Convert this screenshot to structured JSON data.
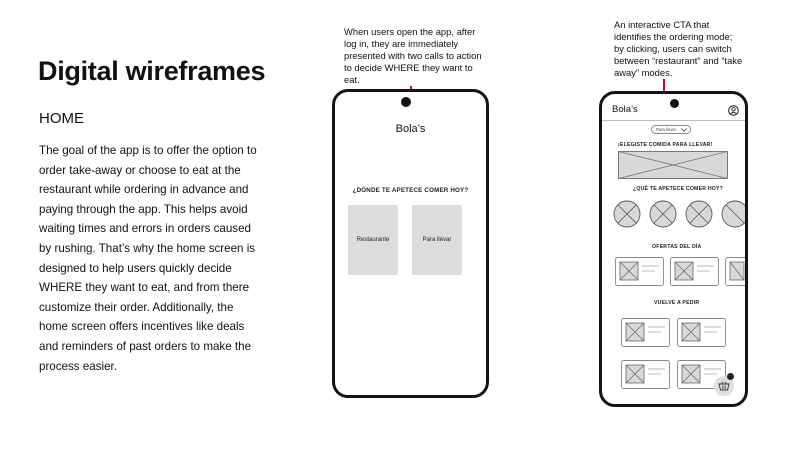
{
  "page": {
    "title": "Digital wireframes",
    "section": "HOME",
    "description": "The goal of the app is to offer the option to order take-away or choose to eat at the restaurant while ordering in advance and paying through the app. This helps avoid waiting times and errors in orders caused by rushing. That’s why the home screen is designed to help users quickly decide WHERE they want to eat, and from there customize their order. Additionally, the home screen offers incentives like deals and reminders of past orders to make the process easier."
  },
  "annotations": {
    "left": "When users open the app, after log in, they are immediately presented with two calls to action to decide WHERE they want to eat.",
    "right": "An interactive CTA that identifies the ordering mode; by clicking, users can switch between “restaurant” and “take away” modes.",
    "arrow_color": "#b5121b"
  },
  "phone1": {
    "brand": "Bola’s",
    "question": "¿DÓNDE TE APETECE COMER HOY?",
    "option_1": "Restaurante",
    "option_2": "Para llevar"
  },
  "phone2": {
    "brand": "Bola’s",
    "mode_selector": "Para llevar",
    "banner_heading": "¡ELEGISTE COMIDA PARA LLEVAR!",
    "categories_heading": "¿QUÉ TE APETECE COMER HOY?",
    "deals_heading": "OFERTAS DEL DÍA",
    "reorder_heading": "VUELVE A PEDIR",
    "icons": [
      "user-icon",
      "chevron-down-icon",
      "basket-icon"
    ]
  }
}
